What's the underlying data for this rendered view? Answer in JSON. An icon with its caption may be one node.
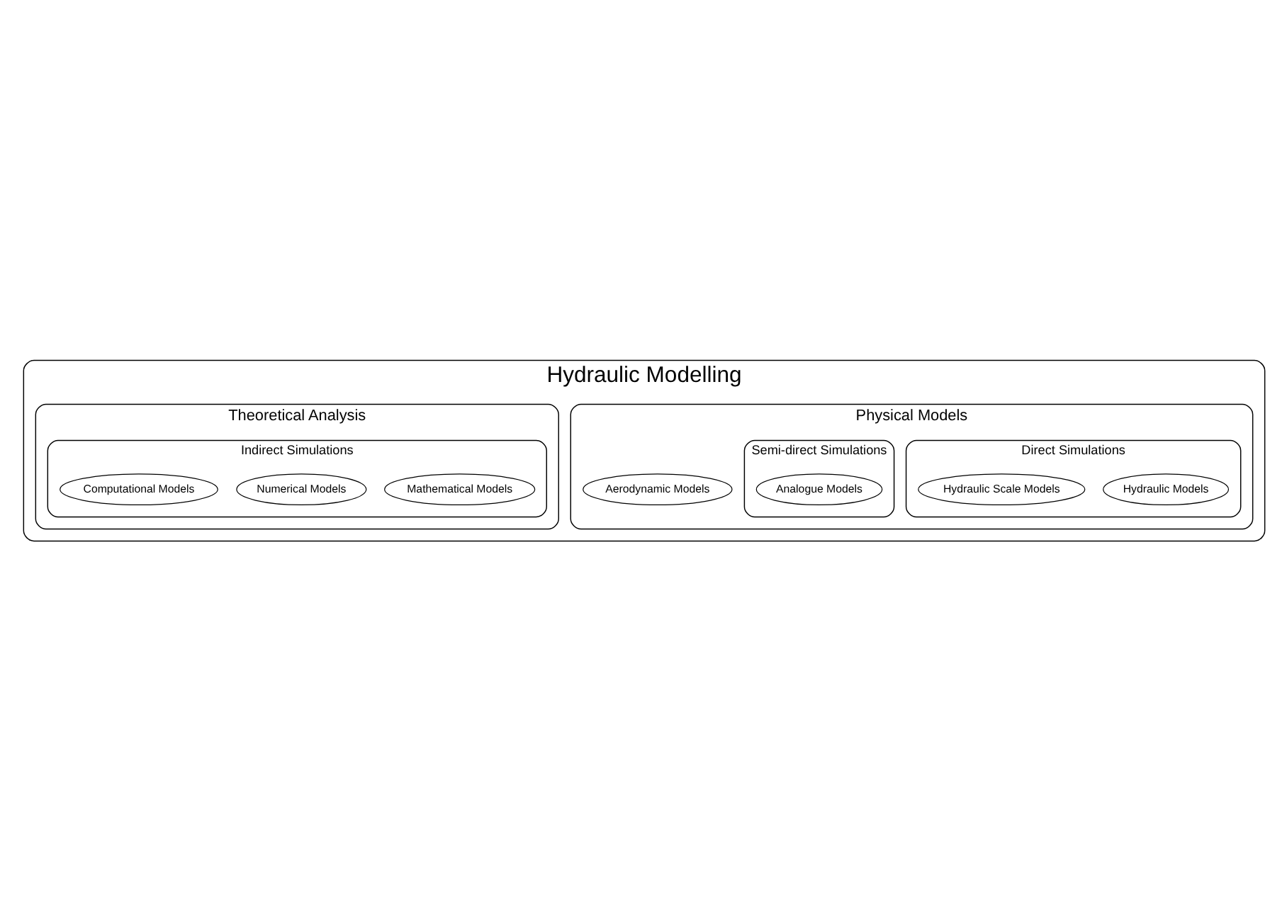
{
  "diagram": {
    "nodes": [
      {
        "text": [
          "Hydraulic Modelling"
        ]
      },
      {
        "text": [
          "Physical Models"
        ],
        "in": 0
      },
      {
        "text": [
          "Direct Simulations"
        ],
        "in": 1
      },
      {
        "text": [
          "Hydraulic Models"
        ],
        "in": 2
      },
      {
        "text": [
          "Hydraulic Scale Models"
        ],
        "in": 2
      },
      {
        "text": [
          "Semi-direct Simulations"
        ],
        "in": 1
      },
      {
        "text": [
          "Analogue Models"
        ],
        "in": 5
      },
      {
        "text": [
          "Aerodynamic Models"
        ],
        "in": 1
      },
      {
        "text": [
          "Theoretical Analysis"
        ],
        "in": 0
      },
      {
        "text": [
          "Indirect Simulations"
        ],
        "in": 8
      },
      {
        "text": [
          "Mathematical Models"
        ],
        "in": 9
      },
      {
        "text": [
          "Numerical Models"
        ],
        "in": 9
      },
      {
        "text": [
          "Computational Models"
        ],
        "in": 9
      }
    ]
  }
}
